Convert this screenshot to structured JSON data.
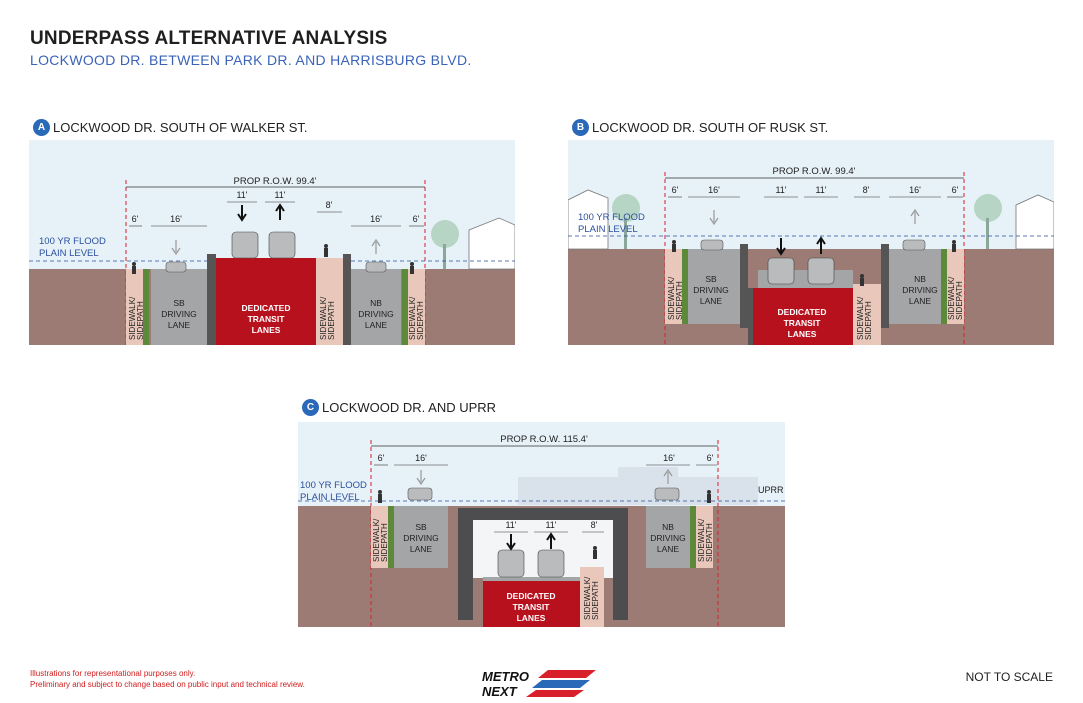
{
  "header": {
    "title": "UNDERPASS ALTERNATIVE ANALYSIS",
    "subtitle": "LOCKWOOD DR. BETWEEN PARK DR. AND HARRISBURG BLVD."
  },
  "panels": {
    "a": {
      "badge": "A",
      "heading": "LOCKWOOD DR. SOUTH OF WALKER ST.",
      "row": "PROP R.O.W. 99.4'",
      "flood_1": "100 YR FLOOD",
      "flood_2": "PLAIN LEVEL",
      "dims": [
        "6'",
        "16'",
        "11'",
        "11'",
        "8'",
        "16'",
        "6'"
      ],
      "sidewalk_1": "SIDEWALK/",
      "sidewalk_2": "SIDEPATH",
      "sb_1": "SB",
      "sb_2": "DRIVING",
      "sb_3": "LANE",
      "nb_1": "NB",
      "nb_2": "DRIVING",
      "nb_3": "LANE",
      "transit_1": "DEDICATED",
      "transit_2": "TRANSIT",
      "transit_3": "LANES"
    },
    "b": {
      "badge": "B",
      "heading": "LOCKWOOD DR. SOUTH OF RUSK ST.",
      "row": "PROP R.O.W. 99.4'",
      "flood_1": "100 YR FLOOD",
      "flood_2": "PLAIN LEVEL",
      "dims": [
        "6'",
        "16'",
        "11'",
        "11'",
        "8'",
        "16'",
        "6'"
      ],
      "sidewalk_1": "SIDEWALK/",
      "sidewalk_2": "SIDEPATH",
      "sb_1": "SB",
      "sb_2": "DRIVING",
      "sb_3": "LANE",
      "nb_1": "NB",
      "nb_2": "DRIVING",
      "nb_3": "LANE",
      "transit_1": "DEDICATED",
      "transit_2": "TRANSIT",
      "transit_3": "LANES"
    },
    "c": {
      "badge": "C",
      "heading": "LOCKWOOD DR. AND UPRR",
      "row": "PROP R.O.W. 115.4'",
      "flood_1": "100 YR FLOOD",
      "flood_2": "PLAIN LEVEL",
      "uprr": "UPRR",
      "dims": [
        "6'",
        "16'",
        "11'",
        "11'",
        "8'",
        "16'",
        "6'"
      ],
      "sidewalk_1": "SIDEWALK/",
      "sidewalk_2": "SIDEPATH",
      "sb_1": "SB",
      "sb_2": "DRIVING",
      "sb_3": "LANE",
      "nb_1": "NB",
      "nb_2": "DRIVING",
      "nb_3": "LANE",
      "transit_1": "DEDICATED",
      "transit_2": "TRANSIT",
      "transit_3": "LANES"
    }
  },
  "footer": {
    "note_1": "Illustrations for representational purposes only.",
    "note_2": "Preliminary and subject to change based on public input and technical review.",
    "scale": "NOT TO SCALE",
    "logo_1": "METRO",
    "logo_2": "NEXT"
  },
  "colors": {
    "sky": "#e6f1f8",
    "ground": "#9b7b73",
    "lane": "#a3a5a7",
    "transit": "#b8111e",
    "sidewalk": "#e9c8bb",
    "green_strip": "#5d8a3a",
    "dim_red": "#d8202a",
    "flood_blue": "#2a4f9c"
  }
}
